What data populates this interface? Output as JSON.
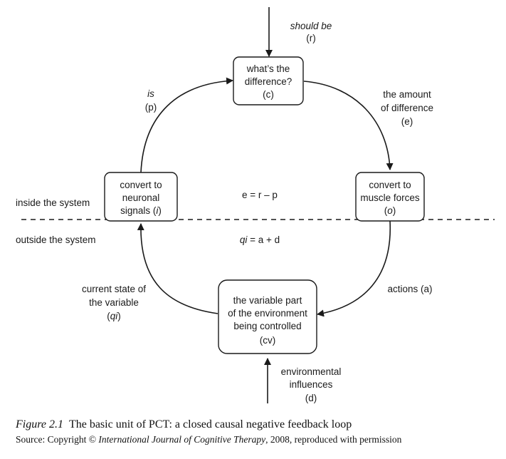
{
  "boxes": {
    "difference": {
      "line1": "what’s the",
      "line2": "difference?",
      "line3": "(c)"
    },
    "neuronal": {
      "line1": "convert to",
      "line2": "neuronal",
      "line3_text": "signals (",
      "line3_var": "i",
      "line3_close": ")"
    },
    "muscle": {
      "line1": "convert to",
      "line2": "muscle forces",
      "line3_open": "(",
      "line3_var": "o",
      "line3_close": ")"
    },
    "environment": {
      "line1": "the variable part",
      "line2": "of the environment",
      "line3": "being controlled",
      "line4": "(cv)"
    }
  },
  "signals": {
    "reference": {
      "word": "should be",
      "symbol": "(r)"
    },
    "perception": {
      "word": "is",
      "symbol": "(p)"
    },
    "error": {
      "line1": "the amount",
      "line2": "of difference",
      "symbol": "(e)"
    },
    "actions": {
      "text": "actions (a)"
    },
    "current_state": {
      "line1": "current state of",
      "line2": "the variable",
      "symbol_open": "(",
      "symbol_var": "qi",
      "symbol_close": ")"
    },
    "disturbance": {
      "line1": "environmental",
      "line2": "influences",
      "symbol": "(d)"
    }
  },
  "regions": {
    "inside": "inside the system",
    "outside": "outside the system"
  },
  "equations": {
    "error": "e = r – p",
    "input_var": "qi",
    "input_rest": " = a + d"
  },
  "caption": {
    "label": "Figure 2.1",
    "title": "The basic unit of PCT: a closed causal negative feedback loop",
    "source_prefix": "Source: Copyright © ",
    "source_journal": "International Journal of Cognitive Therapy",
    "source_suffix": ", 2008, reproduced with permission"
  }
}
